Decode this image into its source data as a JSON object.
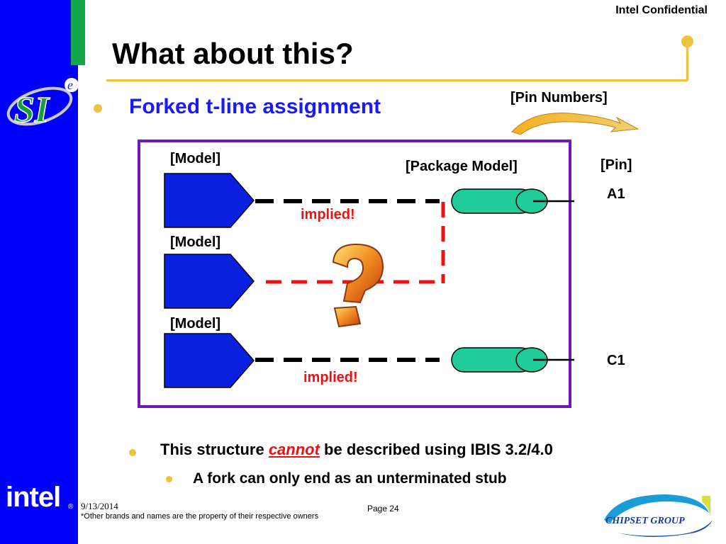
{
  "header": {
    "confidential": "Intel Confidential",
    "title": "What about this?"
  },
  "bullet1": "Forked t-line assignment",
  "logo": {
    "si": "SI",
    "e": "e",
    "intel": "intel",
    "reg": "®",
    "chipset": "CHIPSET GROUP"
  },
  "diagram": {
    "pin_numbers": "[Pin Numbers]",
    "model_labels": [
      "[Model]",
      "[Model]",
      "[Model]"
    ],
    "package_model": "[Package Model]",
    "pin_header": "[Pin]",
    "pins": [
      "A1",
      "C1"
    ],
    "implied": [
      "implied!",
      "implied!"
    ]
  },
  "bullets": {
    "b2_prefix": "This structure ",
    "b2_emph": "cannot",
    "b2_suffix": " be described using IBIS 3.2/4.0",
    "b3": "A fork can only end as an unterminated stub"
  },
  "footer": {
    "date": "9/13/2014",
    "page": "Page 24",
    "note": "*Other brands and names are the property of their respective owners"
  },
  "colors": {
    "sidebar": "#0000ff",
    "accent_yellow": "#f0c13c",
    "box_border": "#6a1bb5",
    "model_fill": "#0a20e0",
    "package_fill": "#1fcc9a",
    "dashed_red": "#ee1111"
  }
}
